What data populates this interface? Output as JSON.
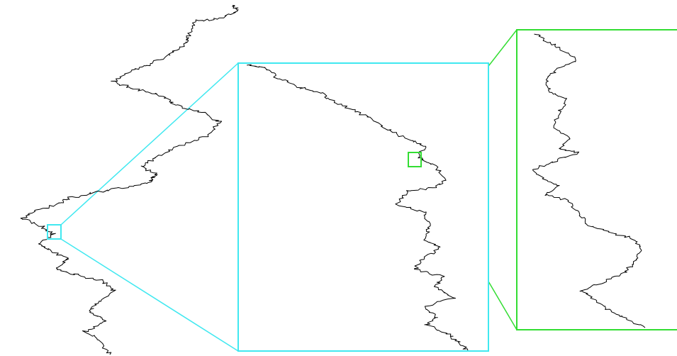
{
  "figure": {
    "description_note": "",
    "colors": {
      "background": "#ffffff",
      "path": "#000000",
      "zoom_level_1": "#40e8f0",
      "zoom_level_2": "#33dd33"
    },
    "panels": [
      {
        "name": "full-view",
        "zoom": 1
      },
      {
        "name": "zoom-level-1",
        "zoom": 20
      },
      {
        "name": "zoom-level-2",
        "zoom": 400
      }
    ]
  }
}
